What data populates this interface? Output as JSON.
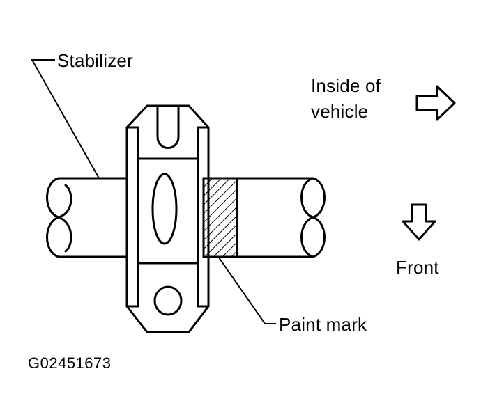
{
  "labels": {
    "stabilizer": "Stabilizer",
    "inside_line1": "Inside of",
    "inside_line2": "vehicle",
    "front": "Front",
    "paint_mark": "Paint mark",
    "figure_code": "G02451673"
  },
  "icons": {
    "inside_arrow": "right-arrow-icon",
    "front_arrow": "down-arrow-icon"
  },
  "colors": {
    "ink": "#000000",
    "background": "#ffffff"
  }
}
